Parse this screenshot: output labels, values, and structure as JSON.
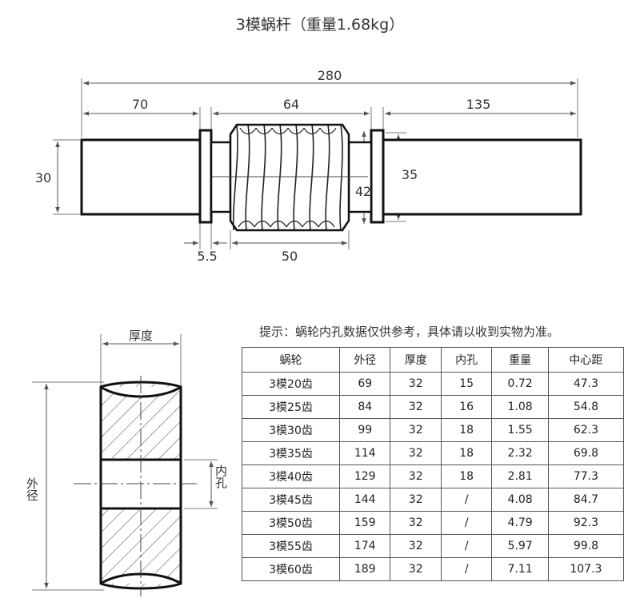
{
  "title": "3模蜗杆（重量1.68kg）",
  "worm": {
    "dims": {
      "total_length": "280",
      "left_length": "70",
      "mid_length": "64",
      "right_length": "135",
      "shaft_dia": "30",
      "collar_dia": "35",
      "outer_dia": "42",
      "collar_width": "5.5",
      "thread_length": "50"
    }
  },
  "wheel": {
    "thickness_label": "厚度",
    "outer_dia_label": "外径",
    "bore_label": "内孔"
  },
  "note": "提示：蜗轮内孔数据仅供参考，具体请以收到实物为准。",
  "table": {
    "headers": [
      "蜗轮",
      "外径",
      "厚度",
      "内孔",
      "重量",
      "中心距"
    ],
    "rows": [
      [
        "3模20齿",
        "69",
        "32",
        "15",
        "0.72",
        "47.3"
      ],
      [
        "3模25齿",
        "84",
        "32",
        "16",
        "1.08",
        "54.8"
      ],
      [
        "3模30齿",
        "99",
        "32",
        "18",
        "1.55",
        "62.3"
      ],
      [
        "3模35齿",
        "114",
        "32",
        "18",
        "2.32",
        "69.8"
      ],
      [
        "3模40齿",
        "129",
        "32",
        "18",
        "2.81",
        "77.3"
      ],
      [
        "3模45齿",
        "144",
        "32",
        "/",
        "4.08",
        "84.7"
      ],
      [
        "3模50齿",
        "159",
        "32",
        "/",
        "4.79",
        "92.3"
      ],
      [
        "3模55齿",
        "174",
        "32",
        "/",
        "5.97",
        "99.8"
      ],
      [
        "3模60齿",
        "189",
        "32",
        "/",
        "7.11",
        "107.3"
      ]
    ]
  }
}
